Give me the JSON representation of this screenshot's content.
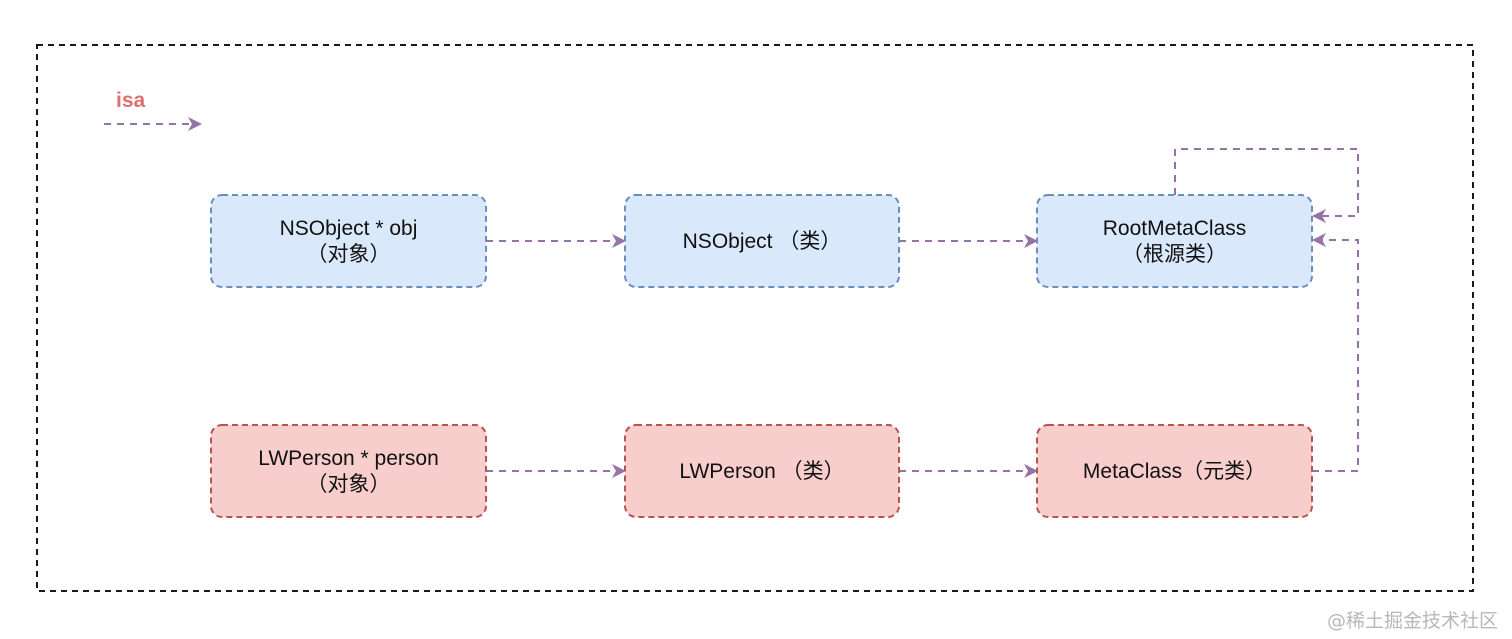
{
  "diagram": {
    "legend": {
      "label": "isa"
    },
    "nodes": [
      {
        "id": "nsobject-instance",
        "lines": [
          "NSObject * obj",
          "（对象）"
        ],
        "kind": "root-chain"
      },
      {
        "id": "nsobject-class",
        "lines": [
          "NSObject （类）"
        ],
        "kind": "root-chain"
      },
      {
        "id": "root-meta-class",
        "lines": [
          "RootMetaClass",
          "（根源类）"
        ],
        "kind": "root-chain"
      },
      {
        "id": "lwperson-instance",
        "lines": [
          "LWPerson * person",
          "（对象）"
        ],
        "kind": "sub-chain"
      },
      {
        "id": "lwperson-class",
        "lines": [
          "LWPerson （类）"
        ],
        "kind": "sub-chain"
      },
      {
        "id": "meta-class",
        "lines": [
          "MetaClass（元类）"
        ],
        "kind": "sub-chain"
      }
    ],
    "edges": [
      {
        "from": "nsobject-instance",
        "to": "nsobject-class",
        "label": "isa"
      },
      {
        "from": "nsobject-class",
        "to": "root-meta-class",
        "label": "isa"
      },
      {
        "from": "root-meta-class",
        "to": "root-meta-class",
        "label": "isa"
      },
      {
        "from": "lwperson-instance",
        "to": "lwperson-class",
        "label": "isa"
      },
      {
        "from": "lwperson-class",
        "to": "meta-class",
        "label": "isa"
      },
      {
        "from": "meta-class",
        "to": "root-meta-class",
        "label": "isa"
      }
    ]
  },
  "colors": {
    "frame": "#1a1a1a",
    "legend_text": "#e07070",
    "arrow": "#9673a6",
    "root_fill": "#dae8fc",
    "root_stroke": "#6c8ebf",
    "sub_fill": "#f8cecc",
    "sub_stroke": "#b85450"
  },
  "watermark": "@稀土掘金技术社区"
}
